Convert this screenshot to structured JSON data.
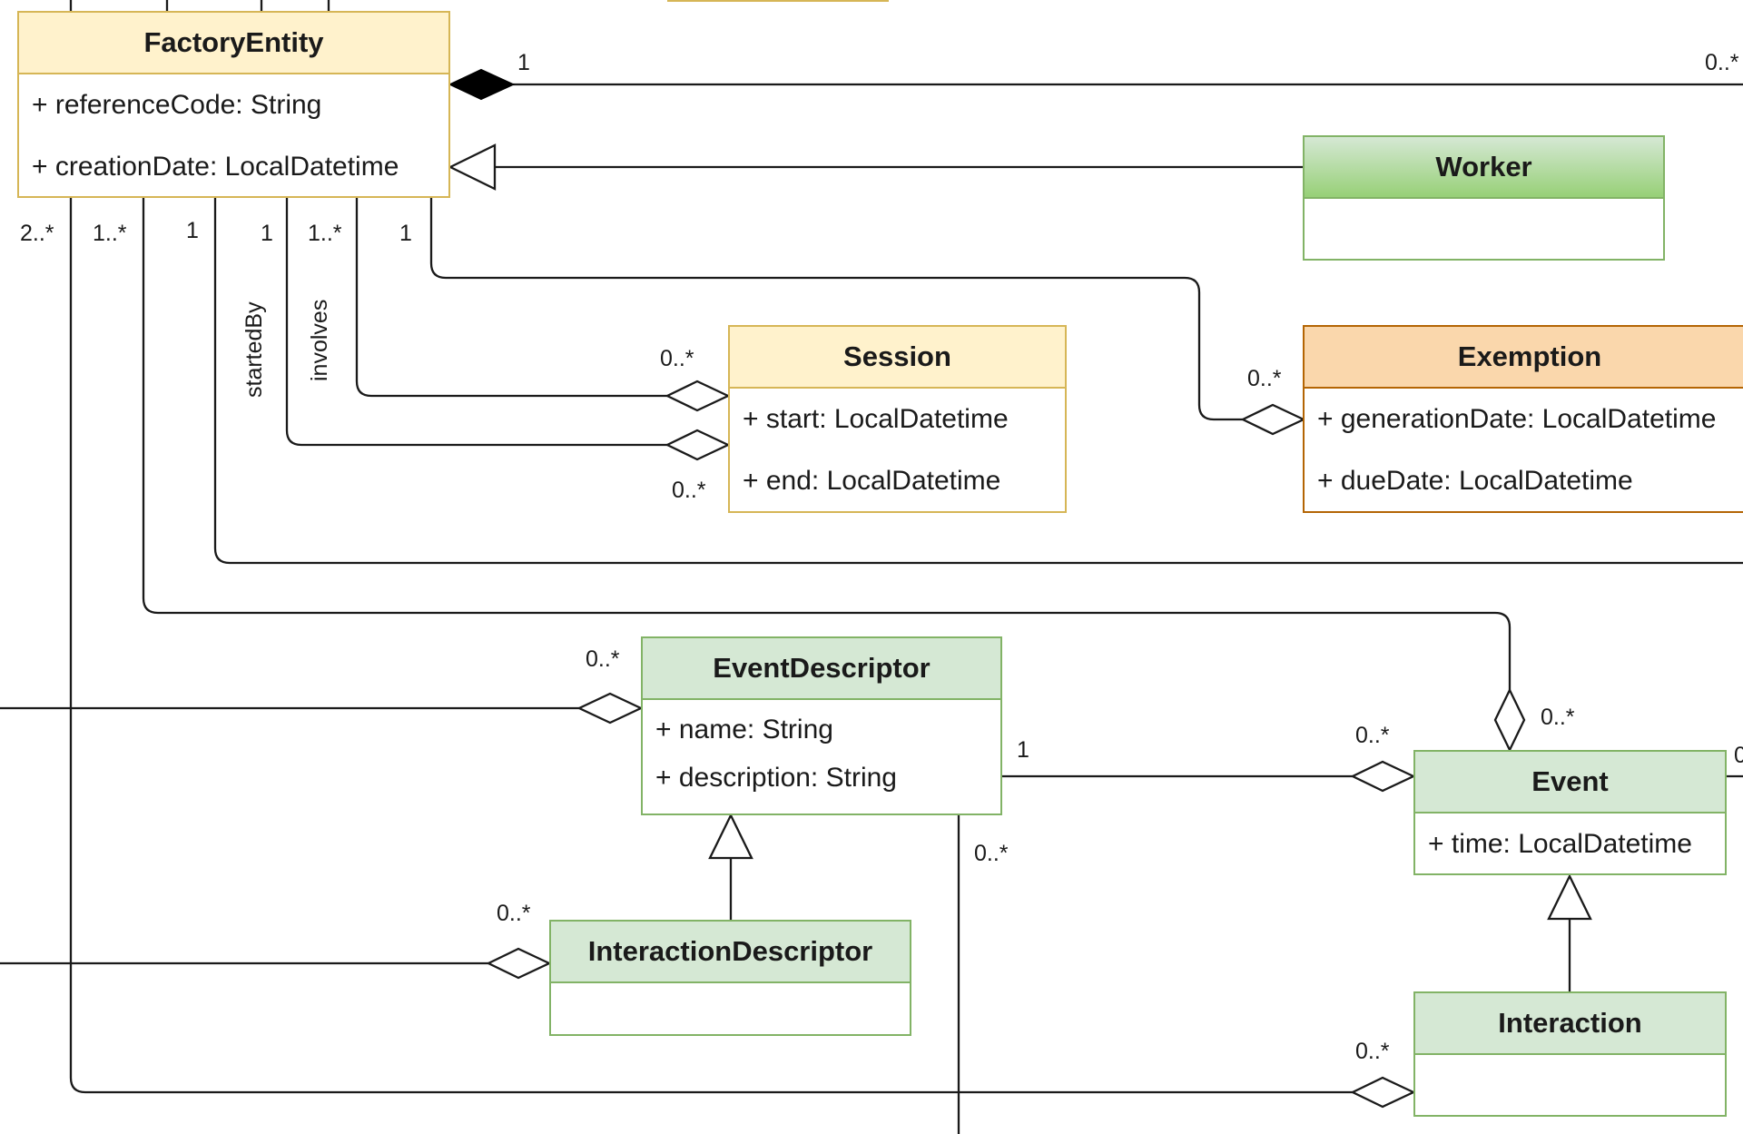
{
  "classes": {
    "factory_entity": {
      "name": "FactoryEntity",
      "attributes": [
        "+ referenceCode: String",
        "+ creationDate: LocalDatetime"
      ]
    },
    "worker": {
      "name": "Worker",
      "attributes": []
    },
    "session": {
      "name": "Session",
      "attributes": [
        "+ start: LocalDatetime",
        "+ end: LocalDatetime"
      ]
    },
    "exemption": {
      "name": "Exemption",
      "attributes": [
        "+ generationDate: LocalDatetime",
        "+ dueDate: LocalDatetime"
      ]
    },
    "event_descriptor": {
      "name": "EventDescriptor",
      "attributes": [
        "+ name: String",
        "+ description: String"
      ]
    },
    "event": {
      "name": "Event",
      "attributes": [
        "+ time: LocalDatetime"
      ]
    },
    "interaction_descriptor": {
      "name": "InteractionDescriptor",
      "attributes": []
    },
    "interaction": {
      "name": "Interaction",
      "attributes": []
    }
  },
  "multiplicities": {
    "fe_composition": "1",
    "composition_far": "0..*",
    "fe_2_many": "2..*",
    "fe_1_many_a": "1..*",
    "fe_1_a": "1",
    "fe_1_b": "1",
    "fe_1_many_b": "1..*",
    "fe_1_c": "1",
    "session_top": "0..*",
    "session_bottom": "0..*",
    "exemption": "0..*",
    "event_descriptor": "0..*",
    "event_top": "0..*",
    "event_left": "0..*",
    "descriptor_to_event": "1",
    "descriptor_bottom": "0..*",
    "interaction_descriptor": "0..*",
    "interaction": "0..*",
    "event_right_edge": "0"
  },
  "roles": {
    "started_by": "startedBy",
    "involves": "involves"
  }
}
